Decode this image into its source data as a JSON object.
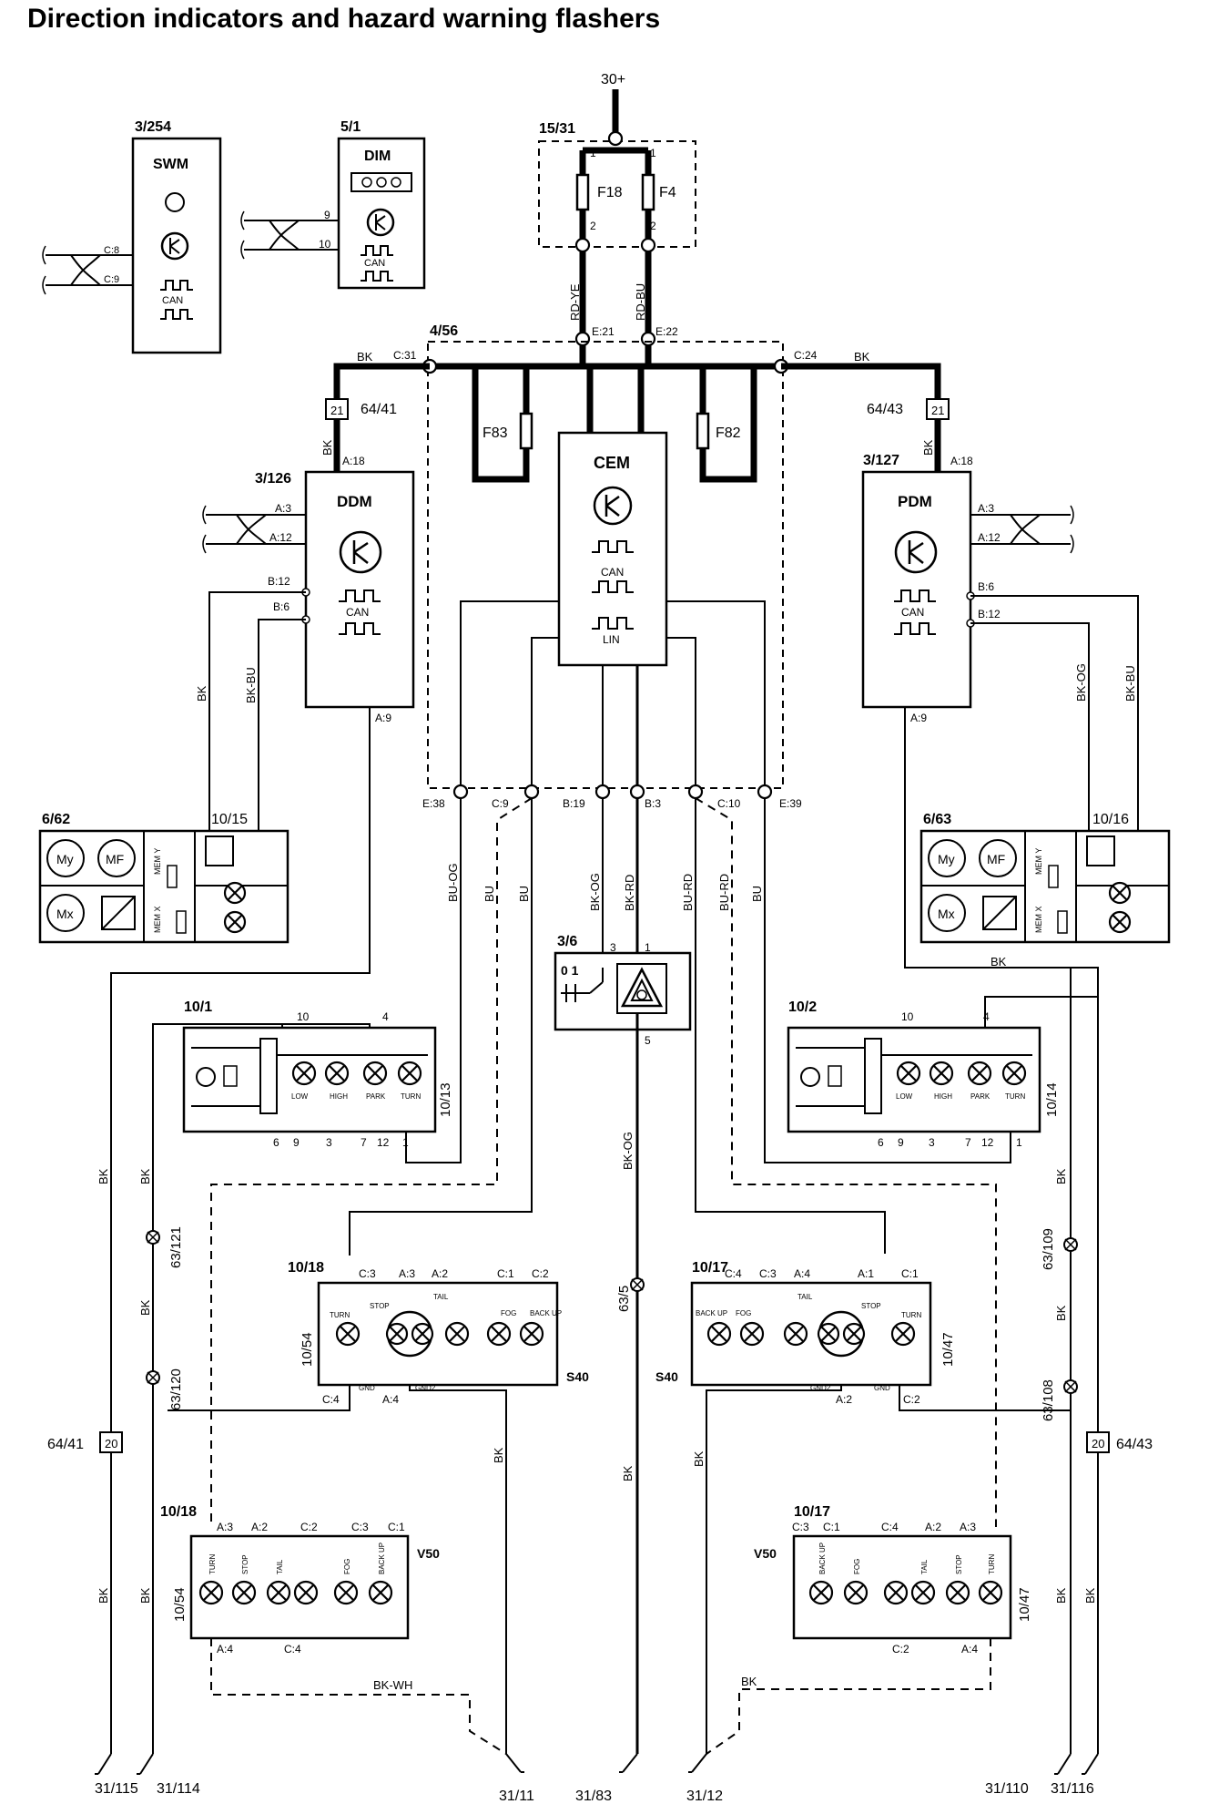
{
  "title": "Direction indicators and hazard warning flashers",
  "supply": "30+",
  "fuse_box": {
    "id": "15/31",
    "fuses": [
      "F18",
      "F4"
    ],
    "pins": [
      "1",
      "2"
    ]
  },
  "wires": {
    "rd_ye": "RD-YE",
    "rd_bu": "RD-BU",
    "bk": "BK",
    "bk_bu": "BK-BU",
    "bk_og": "BK-OG",
    "bu_og": "BU-OG",
    "bu": "BU",
    "bu_rd": "BU-RD",
    "bk_rd": "BK-RD",
    "bk_wh": "BK-WH"
  },
  "cem_box": {
    "id": "4/56",
    "name": "CEM",
    "can": "CAN",
    "lin": "LIN",
    "fuses": [
      "F83",
      "F82"
    ]
  },
  "connectors": {
    "c31": "C:31",
    "c24": "C:24",
    "e21": "E:21",
    "e22": "E:22",
    "e38": "E:38",
    "c9": "C:9",
    "b19": "B:19",
    "b3": "B:3",
    "c10": "C:10",
    "e39": "E:39"
  },
  "swm": {
    "id": "3/254",
    "name": "SWM",
    "can": "CAN",
    "pins": [
      "C:8",
      "C:9"
    ]
  },
  "dim": {
    "id": "5/1",
    "name": "DIM",
    "can": "CAN",
    "pins": [
      "9",
      "10"
    ]
  },
  "ddm": {
    "id": "3/126",
    "name": "DDM",
    "can": "CAN",
    "pins": [
      "A:18",
      "A:3",
      "A:12",
      "B:12",
      "B:6",
      "A:9"
    ],
    "splice": "21",
    "splice_id": "64/41"
  },
  "pdm": {
    "id": "3/127",
    "name": "PDM",
    "can": "CAN",
    "pins": [
      "A:18",
      "A:3",
      "A:12",
      "B:6",
      "B:12",
      "A:9"
    ],
    "splice": "21",
    "splice_id": "64/43"
  },
  "mirror_left": {
    "id": "6/62",
    "lamp_id": "10/15",
    "my": "My",
    "mf": "MF",
    "mx": "Mx",
    "mem_y": "MEM Y",
    "mem_x": "MEM X"
  },
  "mirror_right": {
    "id": "6/63",
    "lamp_id": "10/16",
    "my": "My",
    "mf": "MF",
    "mx": "Mx",
    "mem_y": "MEM Y",
    "mem_x": "MEM X"
  },
  "hazard_switch": {
    "id": "3/6",
    "pins": [
      "3",
      "1",
      "5"
    ],
    "positions": "0 1"
  },
  "headlamp_left": {
    "id": "10/1",
    "side_id": "10/13",
    "lamps": [
      "LOW",
      "HIGH",
      "PARK",
      "TURN"
    ],
    "top_pins": [
      "10",
      "4"
    ],
    "bottom_pins": [
      "6",
      "9",
      "3",
      "7",
      "12",
      "1"
    ]
  },
  "headlamp_right": {
    "id": "10/2",
    "side_id": "10/14",
    "lamps": [
      "LOW",
      "HIGH",
      "PARK",
      "TURN"
    ],
    "top_pins": [
      "10",
      "4"
    ],
    "bottom_pins": [
      "6",
      "9",
      "3",
      "7",
      "12",
      "1"
    ]
  },
  "tail_s40_left": {
    "id": "10/18",
    "side_id": "10/54",
    "model": "S40",
    "top_pins": [
      "C:3",
      "A:3",
      "A:2",
      "C:1",
      "C:2"
    ],
    "lamps": [
      "TURN",
      "STOP",
      "TAIL",
      "FOG",
      "BACK UP"
    ],
    "bottom_pins": [
      "C:4",
      "GND",
      "A:4",
      "GND2"
    ]
  },
  "tail_s40_right": {
    "id": "10/17",
    "side_id": "10/47",
    "model": "S40",
    "top_pins": [
      "C:4",
      "C:3",
      "A:4",
      "A:1",
      "C:1"
    ],
    "lamps": [
      "BACK UP",
      "FOG",
      "TAIL",
      "STOP",
      "TURN"
    ],
    "bottom_pins": [
      "GND2",
      "A:2",
      "GND",
      "C:2"
    ]
  },
  "tail_v50_left": {
    "id": "10/18",
    "side_id": "10/54",
    "model": "V50",
    "top_pins": [
      "A:3",
      "A:2",
      "C:2",
      "C:3",
      "C:1"
    ],
    "lamps": [
      "TURN",
      "STOP",
      "TAIL",
      "FOG",
      "BACK UP"
    ],
    "bottom_pins": [
      "A:4",
      "C:4"
    ]
  },
  "tail_v50_right": {
    "id": "10/17",
    "side_id": "10/47",
    "model": "V50",
    "top_pins": [
      "C:3",
      "C:1",
      "C:4",
      "A:2",
      "A:3"
    ],
    "lamps": [
      "BACK UP",
      "FOG",
      "TAIL",
      "STOP",
      "TURN"
    ],
    "bottom_pins": [
      "C:2",
      "A:4"
    ]
  },
  "splices": {
    "s63_121": "63/121",
    "s63_120": "63/120",
    "s63_5": "63/5",
    "s63_109": "63/109",
    "s63_108": "63/108"
  },
  "ground_splices": {
    "left": {
      "num": "20",
      "id": "64/41"
    },
    "right": {
      "num": "20",
      "id": "64/43"
    }
  },
  "grounds": [
    "31/115",
    "31/114",
    "31/11",
    "31/83",
    "31/12",
    "31/110",
    "31/116"
  ]
}
